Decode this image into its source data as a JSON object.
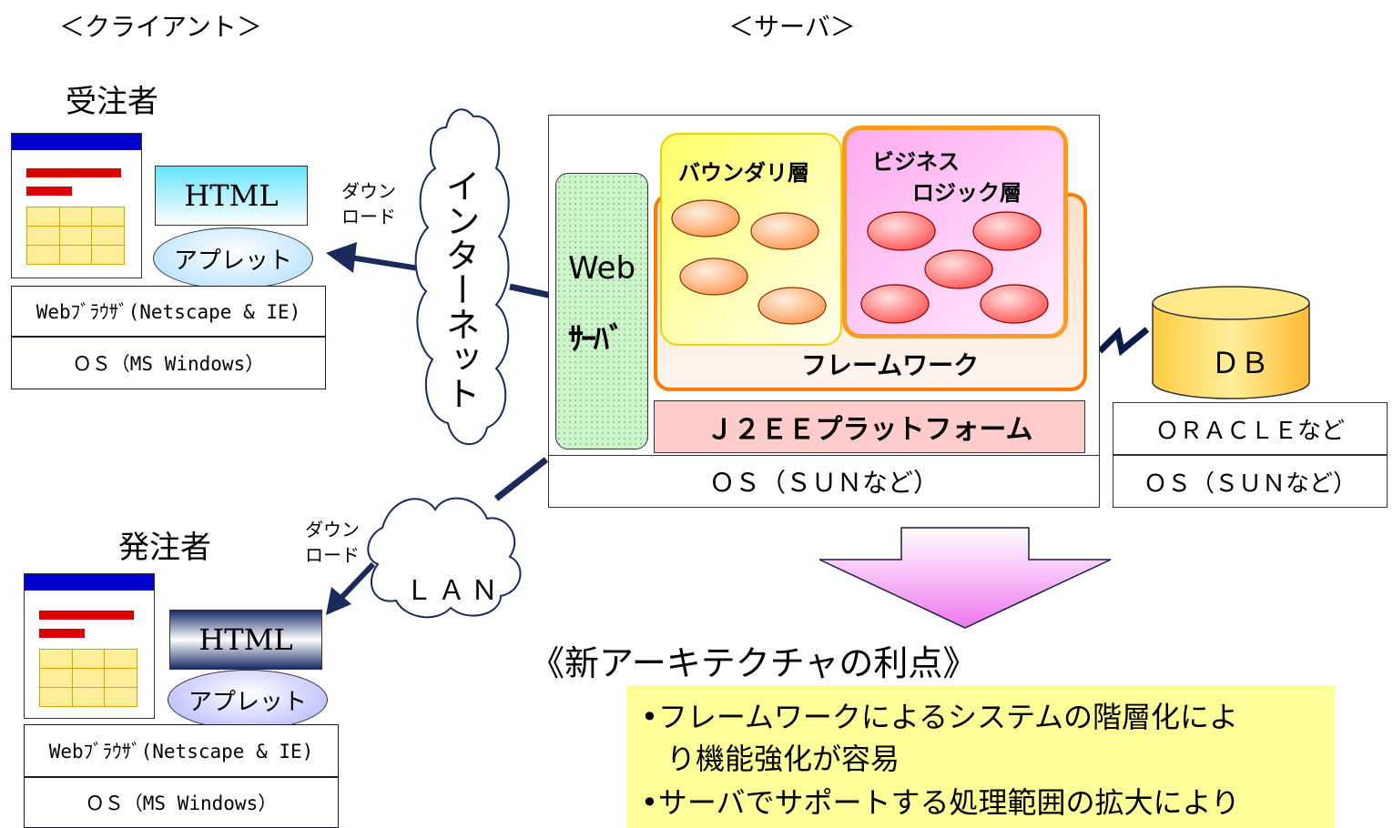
{
  "headers": {
    "client": "＜クライアント＞",
    "server": "＜サーバ＞"
  },
  "orderer": {
    "title": "受注者",
    "html_label": "HTML",
    "applet_label": "アプレット",
    "download_label": "ダウン\nロード",
    "browser_label": "Webﾌﾞﾗｳｻﾞ(Netscape & IE)",
    "os_label": "ＯＳ（MS Windows）"
  },
  "ordering_party": {
    "title": "発注者",
    "html_label": "HTML",
    "applet_label": "アプレット",
    "download_label": "ダウン\nロード",
    "browser_label": "Webﾌﾞﾗｳｻﾞ(Netscape & IE)",
    "os_label": "ＯＳ（MS Windows）"
  },
  "network": {
    "internet": "インターネット",
    "lan": "ＬＡＮ"
  },
  "server": {
    "web_server_line1": "Web",
    "web_server_line2": "ｻｰﾊﾞ",
    "boundary_layer": "バウンダリ層",
    "business_line1": "ビジネス",
    "business_line2": "ロジック層",
    "framework": "フレームワーク",
    "j2ee": "Ｊ２ＥＥプラットフォーム",
    "os": "ＯＳ（ＳＵＮなど）"
  },
  "db": {
    "label": "ＤＢ",
    "oracle": "ＯＲＡＣＬＥなど",
    "os": "ＯＳ（ＳＵＮなど）"
  },
  "advantages": {
    "title": "《新アーキテクチャの利点》",
    "item1_line1": "•フレームワークによるシステムの階層化によ",
    "item1_line2": "り機能強化が容易",
    "item2_line1": "•サーバでサポートする処理範囲の拡大により"
  },
  "colors": {
    "navy": "#0000cc",
    "red_bar": "#dd0000",
    "grid_yellow": "#ffee99",
    "arrow_pink": "#ee88ee",
    "note_yellow": "#ffff99",
    "j2ee_pink": "#ffcccc",
    "framework_orange": "#ff7a00"
  }
}
